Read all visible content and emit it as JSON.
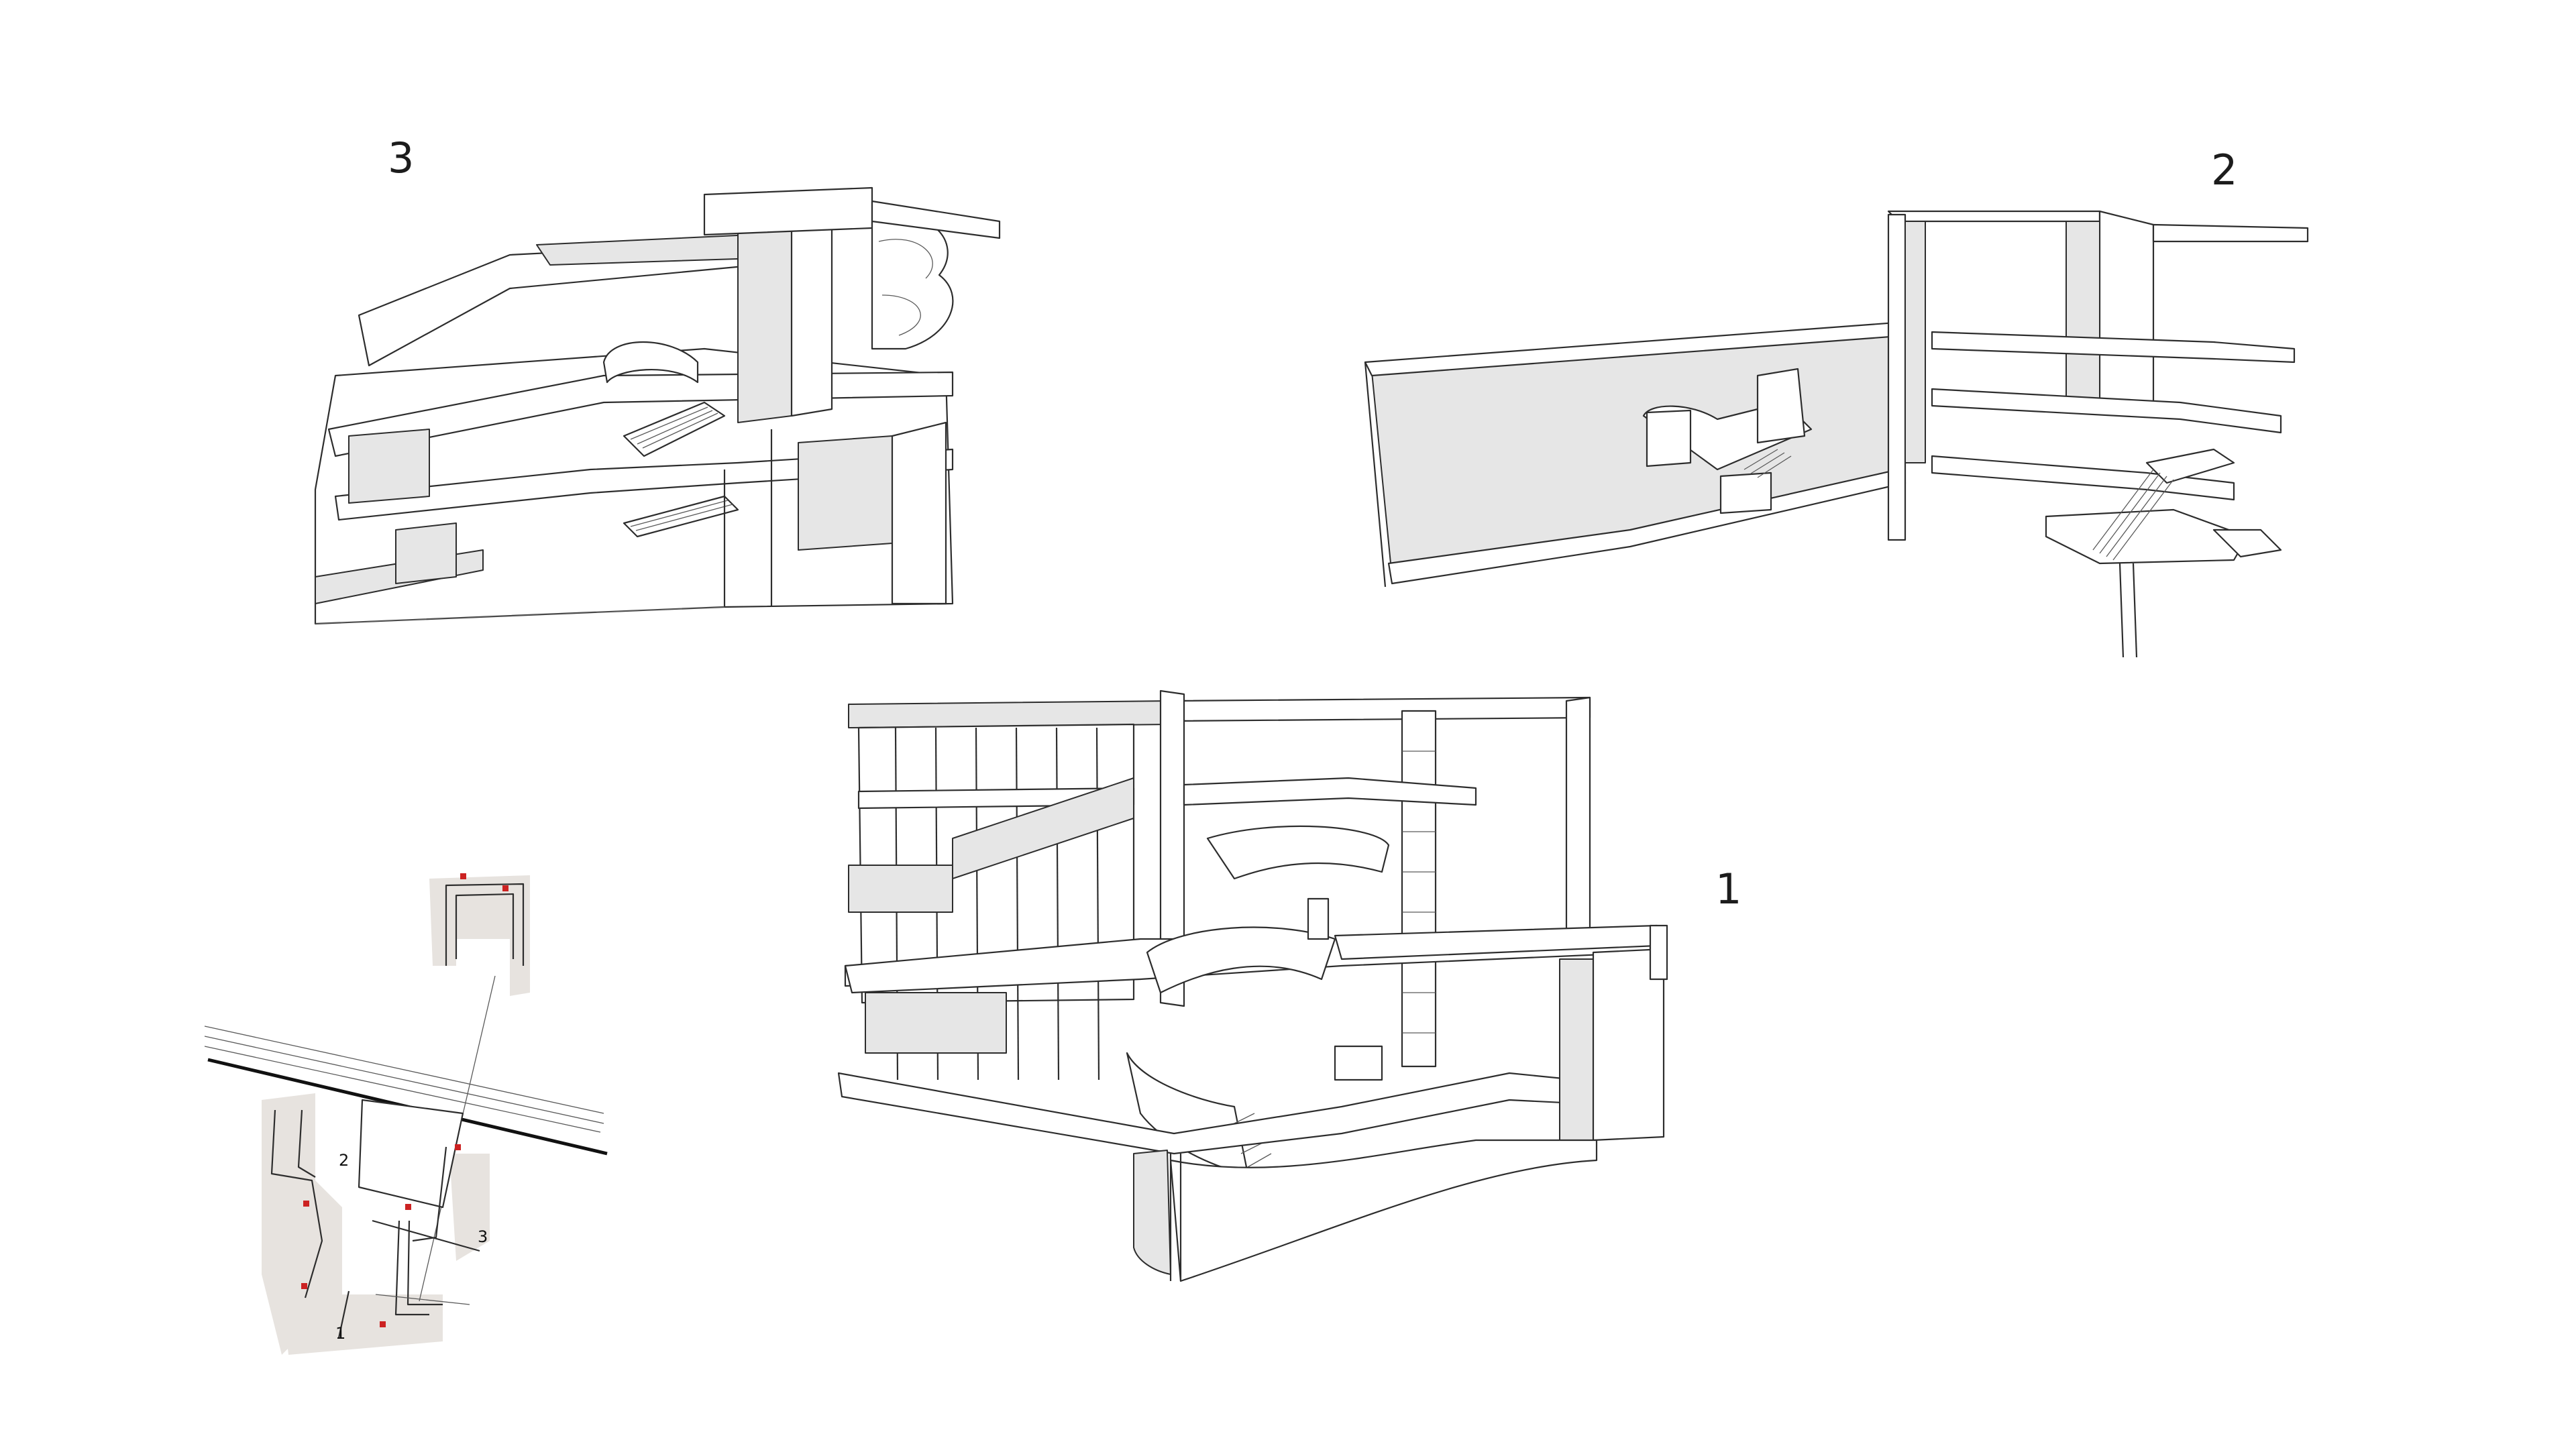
{
  "view_labels": {
    "view_3": "3",
    "view_2": "2",
    "view_1": "1"
  },
  "site_plan": {
    "labels": [
      "2",
      "3",
      "1"
    ]
  },
  "colors": {
    "line": "#2d2d2d",
    "fill_grey": "#e6e6e6",
    "plan_shadow": "#e7e3df",
    "marker": "#cc2222"
  }
}
